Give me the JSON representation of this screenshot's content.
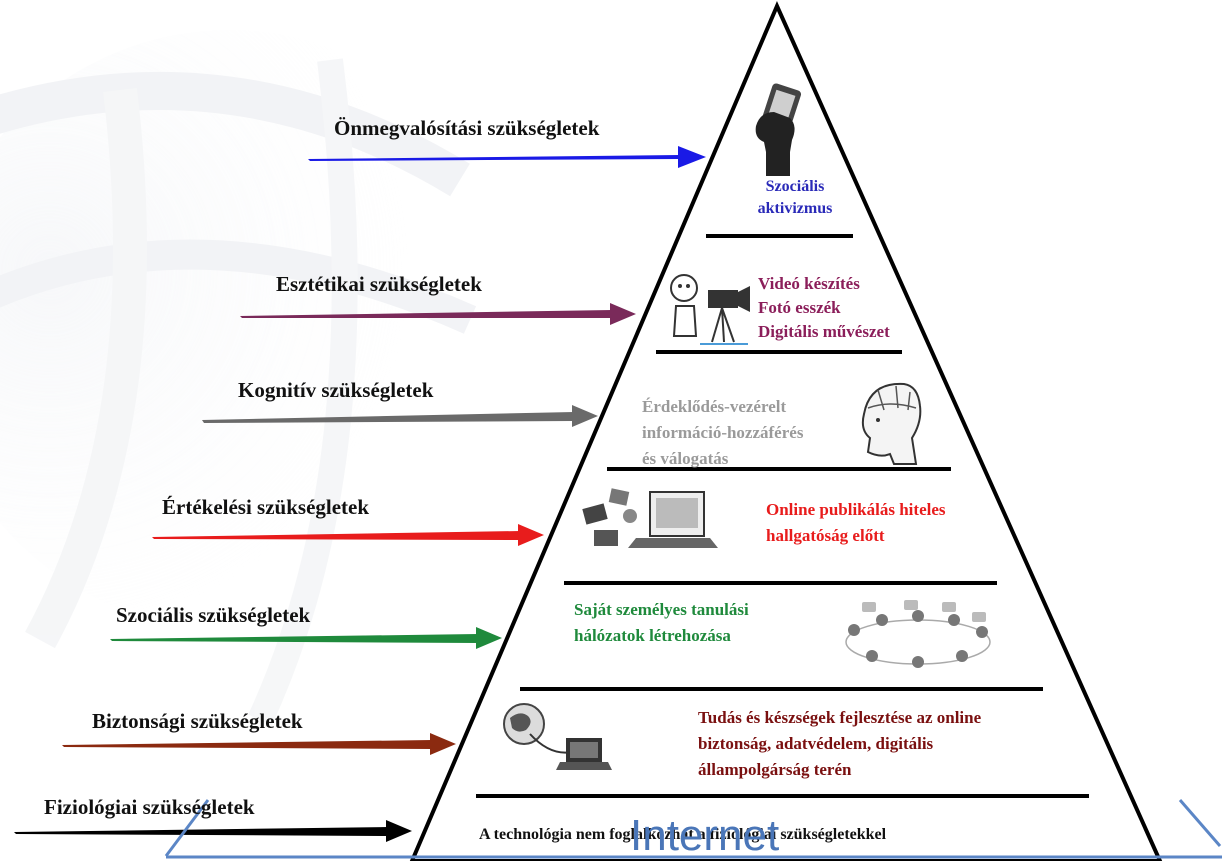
{
  "needs": [
    {
      "label": "Önmegvalósítási szükségletek",
      "color": "#1a1ae6"
    },
    {
      "label": "Esztétikai szükségletek",
      "color": "#7a2a5a"
    },
    {
      "label": "Kognitív szükségletek",
      "color": "#6a6a6a"
    },
    {
      "label": "Értékelési szükségletek",
      "color": "#e81c1c"
    },
    {
      "label": "Szociális szükségletek",
      "color": "#1f8a3c"
    },
    {
      "label": "Biztonsági szükségletek",
      "color": "#8b2a10"
    },
    {
      "label": "Fiziológiai szükségletek",
      "color": "#000000"
    }
  ],
  "levels": [
    {
      "lines": [
        "Szociális",
        "aktivizmus"
      ],
      "color": "#2a2ab8",
      "icon": "raised-fist-phone-icon"
    },
    {
      "lines": [
        "Videó készítés",
        "Fotó esszék",
        "Digitális művészet"
      ],
      "color": "#8b1e5a",
      "icon": "video-camera-cartoon-icon"
    },
    {
      "lines": [
        "Érdeklődés-vezérelt",
        "információ-hozzáférés",
        "és válogatás"
      ],
      "color": "#9a9a9a",
      "icon": "phrenology-head-icon"
    },
    {
      "lines": [
        "Online publikálás hiteles",
        "hallgatóság előtt"
      ],
      "color": "#e81c1c",
      "icon": "media-laptop-icon"
    },
    {
      "lines": [
        "Saját személyes tanulási",
        "hálózatok létrehozása"
      ],
      "color": "#1f8a3c",
      "icon": "people-network-icon"
    },
    {
      "lines": [
        "Tudás és készségek fejlesztése az online",
        "biztonság, adatvédelem, digitális",
        "állampolgárság terén"
      ],
      "color": "#7a1010",
      "icon": "globe-laptop-icon"
    },
    {
      "lines": [
        "A technológia nem foglalkozhat a fiziológiai szükségletekkel"
      ],
      "color": "#111111",
      "icon": ""
    }
  ],
  "internet": {
    "label": "Internet",
    "color": "#4a76b8"
  }
}
